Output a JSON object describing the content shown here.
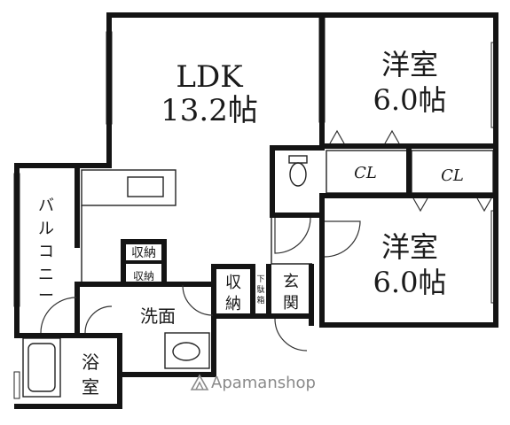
{
  "rooms": {
    "ldk": {
      "name": "LDK",
      "size": "13.2帖"
    },
    "western_1": {
      "name": "洋室",
      "size": "6.0帖"
    },
    "western_2": {
      "name": "洋室",
      "size": "6.0帖"
    },
    "closet_1": "CL",
    "closet_2": "CL",
    "balcony": [
      "バ",
      "ル",
      "コ",
      "ニ",
      "ー"
    ],
    "storage_upper": "収納",
    "storage_lower": "収納",
    "storage_center": [
      "収",
      "納"
    ],
    "shoe_box": [
      "下",
      "駄",
      "箱"
    ],
    "entrance": [
      "玄",
      "関"
    ],
    "washroom": "洗面",
    "bath": [
      "浴",
      "室"
    ]
  },
  "watermark": {
    "brand": "Apamanshop"
  }
}
